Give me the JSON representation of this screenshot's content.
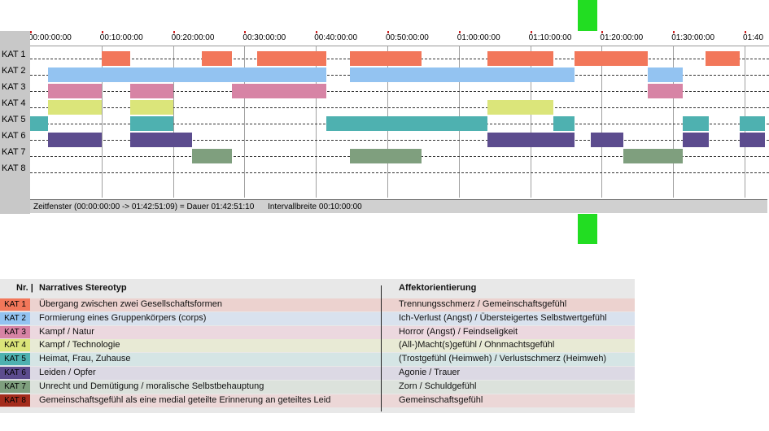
{
  "timeline": {
    "ticks": [
      "00:00:00:00",
      "00:10:00:00",
      "00:20:00:00",
      "00:30:00:00",
      "00:40:00:00",
      "00:50:00:00",
      "01:00:00:00",
      "01:10:00:00",
      "01:20:00:00",
      "01:30:00:00",
      "01:40"
    ],
    "rows": [
      "KAT 1",
      "KAT 2",
      "KAT 3",
      "KAT 4",
      "KAT 5",
      "KAT 6",
      "KAT 7",
      "KAT 8"
    ],
    "status": {
      "window": "Zeitfenster (00:00:00:00 -> 01:42:51:09) = Dauer 01:42:51:10",
      "interval": "Intervallbreite 00:10:00:00"
    },
    "visible_minutes": 102.86,
    "segments": [
      {
        "row": 0,
        "start": 10.0,
        "end": 14.0
      },
      {
        "row": 0,
        "start": 24.0,
        "end": 28.2
      },
      {
        "row": 0,
        "start": 31.8,
        "end": 41.5
      },
      {
        "row": 0,
        "start": 44.8,
        "end": 54.8
      },
      {
        "row": 0,
        "start": 64.0,
        "end": 73.2
      },
      {
        "row": 0,
        "start": 76.2,
        "end": 86.5
      },
      {
        "row": 0,
        "start": 94.5,
        "end": 99.3
      },
      {
        "row": 1,
        "start": 2.5,
        "end": 41.5
      },
      {
        "row": 1,
        "start": 44.8,
        "end": 76.2
      },
      {
        "row": 1,
        "start": 86.5,
        "end": 91.3
      },
      {
        "row": 2,
        "start": 2.5,
        "end": 10.0
      },
      {
        "row": 2,
        "start": 14.0,
        "end": 20.0
      },
      {
        "row": 2,
        "start": 28.2,
        "end": 41.5
      },
      {
        "row": 2,
        "start": 86.5,
        "end": 91.3
      },
      {
        "row": 3,
        "start": 2.5,
        "end": 10.0
      },
      {
        "row": 3,
        "start": 14.0,
        "end": 20.0
      },
      {
        "row": 3,
        "start": 64.0,
        "end": 73.2
      },
      {
        "row": 4,
        "start": 0.0,
        "end": 2.5
      },
      {
        "row": 4,
        "start": 14.0,
        "end": 20.0
      },
      {
        "row": 4,
        "start": 41.5,
        "end": 64.0
      },
      {
        "row": 4,
        "start": 73.2,
        "end": 76.2
      },
      {
        "row": 4,
        "start": 91.3,
        "end": 95.0
      },
      {
        "row": 4,
        "start": 99.3,
        "end": 102.86
      },
      {
        "row": 5,
        "start": 2.5,
        "end": 10.0
      },
      {
        "row": 5,
        "start": 14.0,
        "end": 22.7
      },
      {
        "row": 5,
        "start": 64.0,
        "end": 76.2
      },
      {
        "row": 5,
        "start": 78.5,
        "end": 83.0
      },
      {
        "row": 5,
        "start": 91.3,
        "end": 95.0
      },
      {
        "row": 5,
        "start": 99.3,
        "end": 102.86
      },
      {
        "row": 6,
        "start": 22.7,
        "end": 28.2
      },
      {
        "row": 6,
        "start": 44.8,
        "end": 54.8
      },
      {
        "row": 6,
        "start": 83.0,
        "end": 91.3
      }
    ]
  },
  "legend": {
    "headers": {
      "nr": "Nr. |",
      "stereotype": "Narratives Stereotyp",
      "affekt": "Affektorientierung"
    },
    "rows": [
      {
        "code": "KAT 1",
        "color": "#f2775a",
        "stereotype": "Übergang zwischen zwei Gesellschaftsformen",
        "affekt": "Trennungsschmerz / Gemeinschaftsgefühl"
      },
      {
        "code": "KAT 2",
        "color": "#93c3f1",
        "stereotype": "Formierung eines Gruppenkörpers (corps)",
        "affekt": "Ich-Verlust (Angst) / Übersteigertes Selbstwertgefühl"
      },
      {
        "code": "KAT 3",
        "color": "#d784a5",
        "stereotype": "Kampf / Natur",
        "affekt": "Horror (Angst) / Feindseligkeit"
      },
      {
        "code": "KAT 4",
        "color": "#dbe57a",
        "stereotype": "Kampf / Technologie",
        "affekt": "(All-)Macht(s)gefühl / Ohnmachtsgefühl"
      },
      {
        "code": "KAT 5",
        "color": "#4eb1b0",
        "stereotype": "Heimat, Frau, Zuhause",
        "affekt": "(Trostgefühl (Heimweh) / Verlustschmerz (Heimweh)"
      },
      {
        "code": "KAT 6",
        "color": "#5c4c8e",
        "stereotype": "Leiden / Opfer",
        "affekt": "Agonie / Trauer"
      },
      {
        "code": "KAT 7",
        "color": "#7f9f7e",
        "stereotype": "Unrecht und Demütigung / moralische Selbstbehauptung",
        "affekt": "Zorn / Schuldgefühl"
      },
      {
        "code": "KAT 8",
        "color": "#a42c1c",
        "stereotype": "Gemeinschaftsgefühl als eine medial geteilte Erinnerung an geteiltes Leid",
        "affekt": "Gemeinschaftsgefühl"
      }
    ]
  },
  "colors": {
    "marker": "#22dd22",
    "row_tints": [
      "#ecd2cf",
      "#d9e2ee",
      "#ecd8df",
      "#e8ead5",
      "#d5e5e5",
      "#dcd9e4",
      "#dce2dc",
      "#ecd7d7"
    ]
  }
}
